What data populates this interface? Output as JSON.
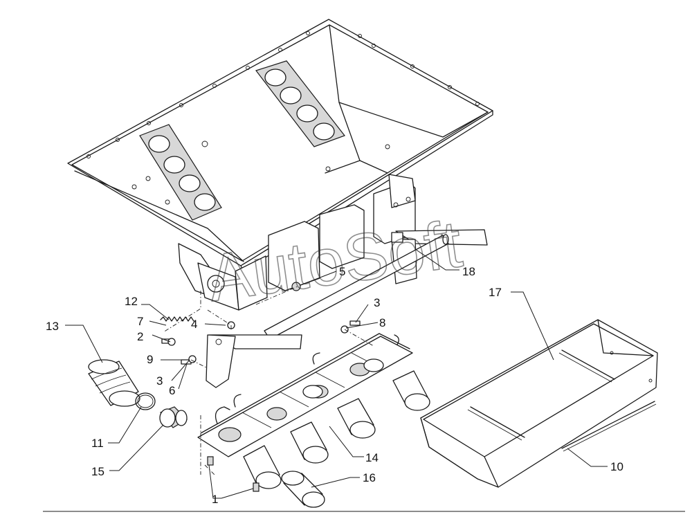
{
  "watermark": "AutoSoft",
  "callouts": [
    {
      "id": "c1",
      "label": "1"
    },
    {
      "id": "c2",
      "label": "2"
    },
    {
      "id": "c3a",
      "label": "3"
    },
    {
      "id": "c3b",
      "label": "3"
    },
    {
      "id": "c4",
      "label": "4"
    },
    {
      "id": "c5",
      "label": "5"
    },
    {
      "id": "c6",
      "label": "6"
    },
    {
      "id": "c7",
      "label": "7"
    },
    {
      "id": "c8",
      "label": "8"
    },
    {
      "id": "c9",
      "label": "9"
    },
    {
      "id": "c10",
      "label": "10"
    },
    {
      "id": "c11",
      "label": "11"
    },
    {
      "id": "c12",
      "label": "12"
    },
    {
      "id": "c13",
      "label": "13"
    },
    {
      "id": "c14",
      "label": "14"
    },
    {
      "id": "c15",
      "label": "15"
    },
    {
      "id": "c16",
      "label": "16"
    },
    {
      "id": "c17",
      "label": "17"
    },
    {
      "id": "c18",
      "label": "18"
    }
  ]
}
